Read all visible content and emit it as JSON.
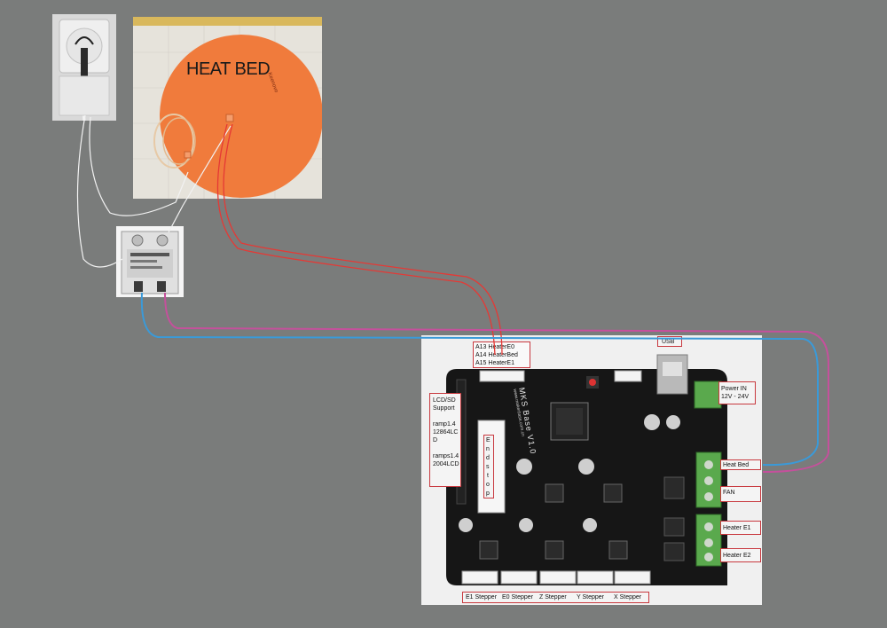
{
  "heat_bed": {
    "title": "HEAT BED",
    "brand_mark": "Keenovo"
  },
  "board": {
    "name_lines": [
      "MKS Base V1.0",
      "www.makerbase.com.cn"
    ],
    "labels": {
      "usb": "USB",
      "power_in_title": "Power IN",
      "power_in_range": "12V - 24V",
      "heat_bed": "Heat Bed",
      "fan": "FAN",
      "heater_e1": "Heater E1",
      "heater_e2": "Heater E2",
      "pins": [
        "A13  HeaterE0",
        "A14  HeaterBed",
        "A15  HeaterE1"
      ],
      "lcd_support": [
        "LCD/SD",
        "Support"
      ],
      "lcd_12864": [
        "ramp1.4",
        "12864LC",
        "D"
      ],
      "lcd_2004": [
        "ramps1.4",
        "2004LCD"
      ],
      "endstop": [
        "E",
        "n",
        "d",
        "s",
        "t",
        "o",
        "p"
      ],
      "steppers": [
        "E1 Stepper",
        "E0 Stepper",
        "Z  Stepper",
        "Y Stepper",
        "X Stepper"
      ]
    }
  },
  "colors": {
    "background": "#7a7c7b",
    "heat_bed_orange": "#f07b3c",
    "board_black": "#161616",
    "terminal_green": "#5aa94d",
    "wire_red": "#e53935",
    "wire_blue": "#3a9ad9",
    "wire_magenta": "#c5509c",
    "wire_white": "#f2f2f2",
    "label_box_red": "#c8383e"
  }
}
